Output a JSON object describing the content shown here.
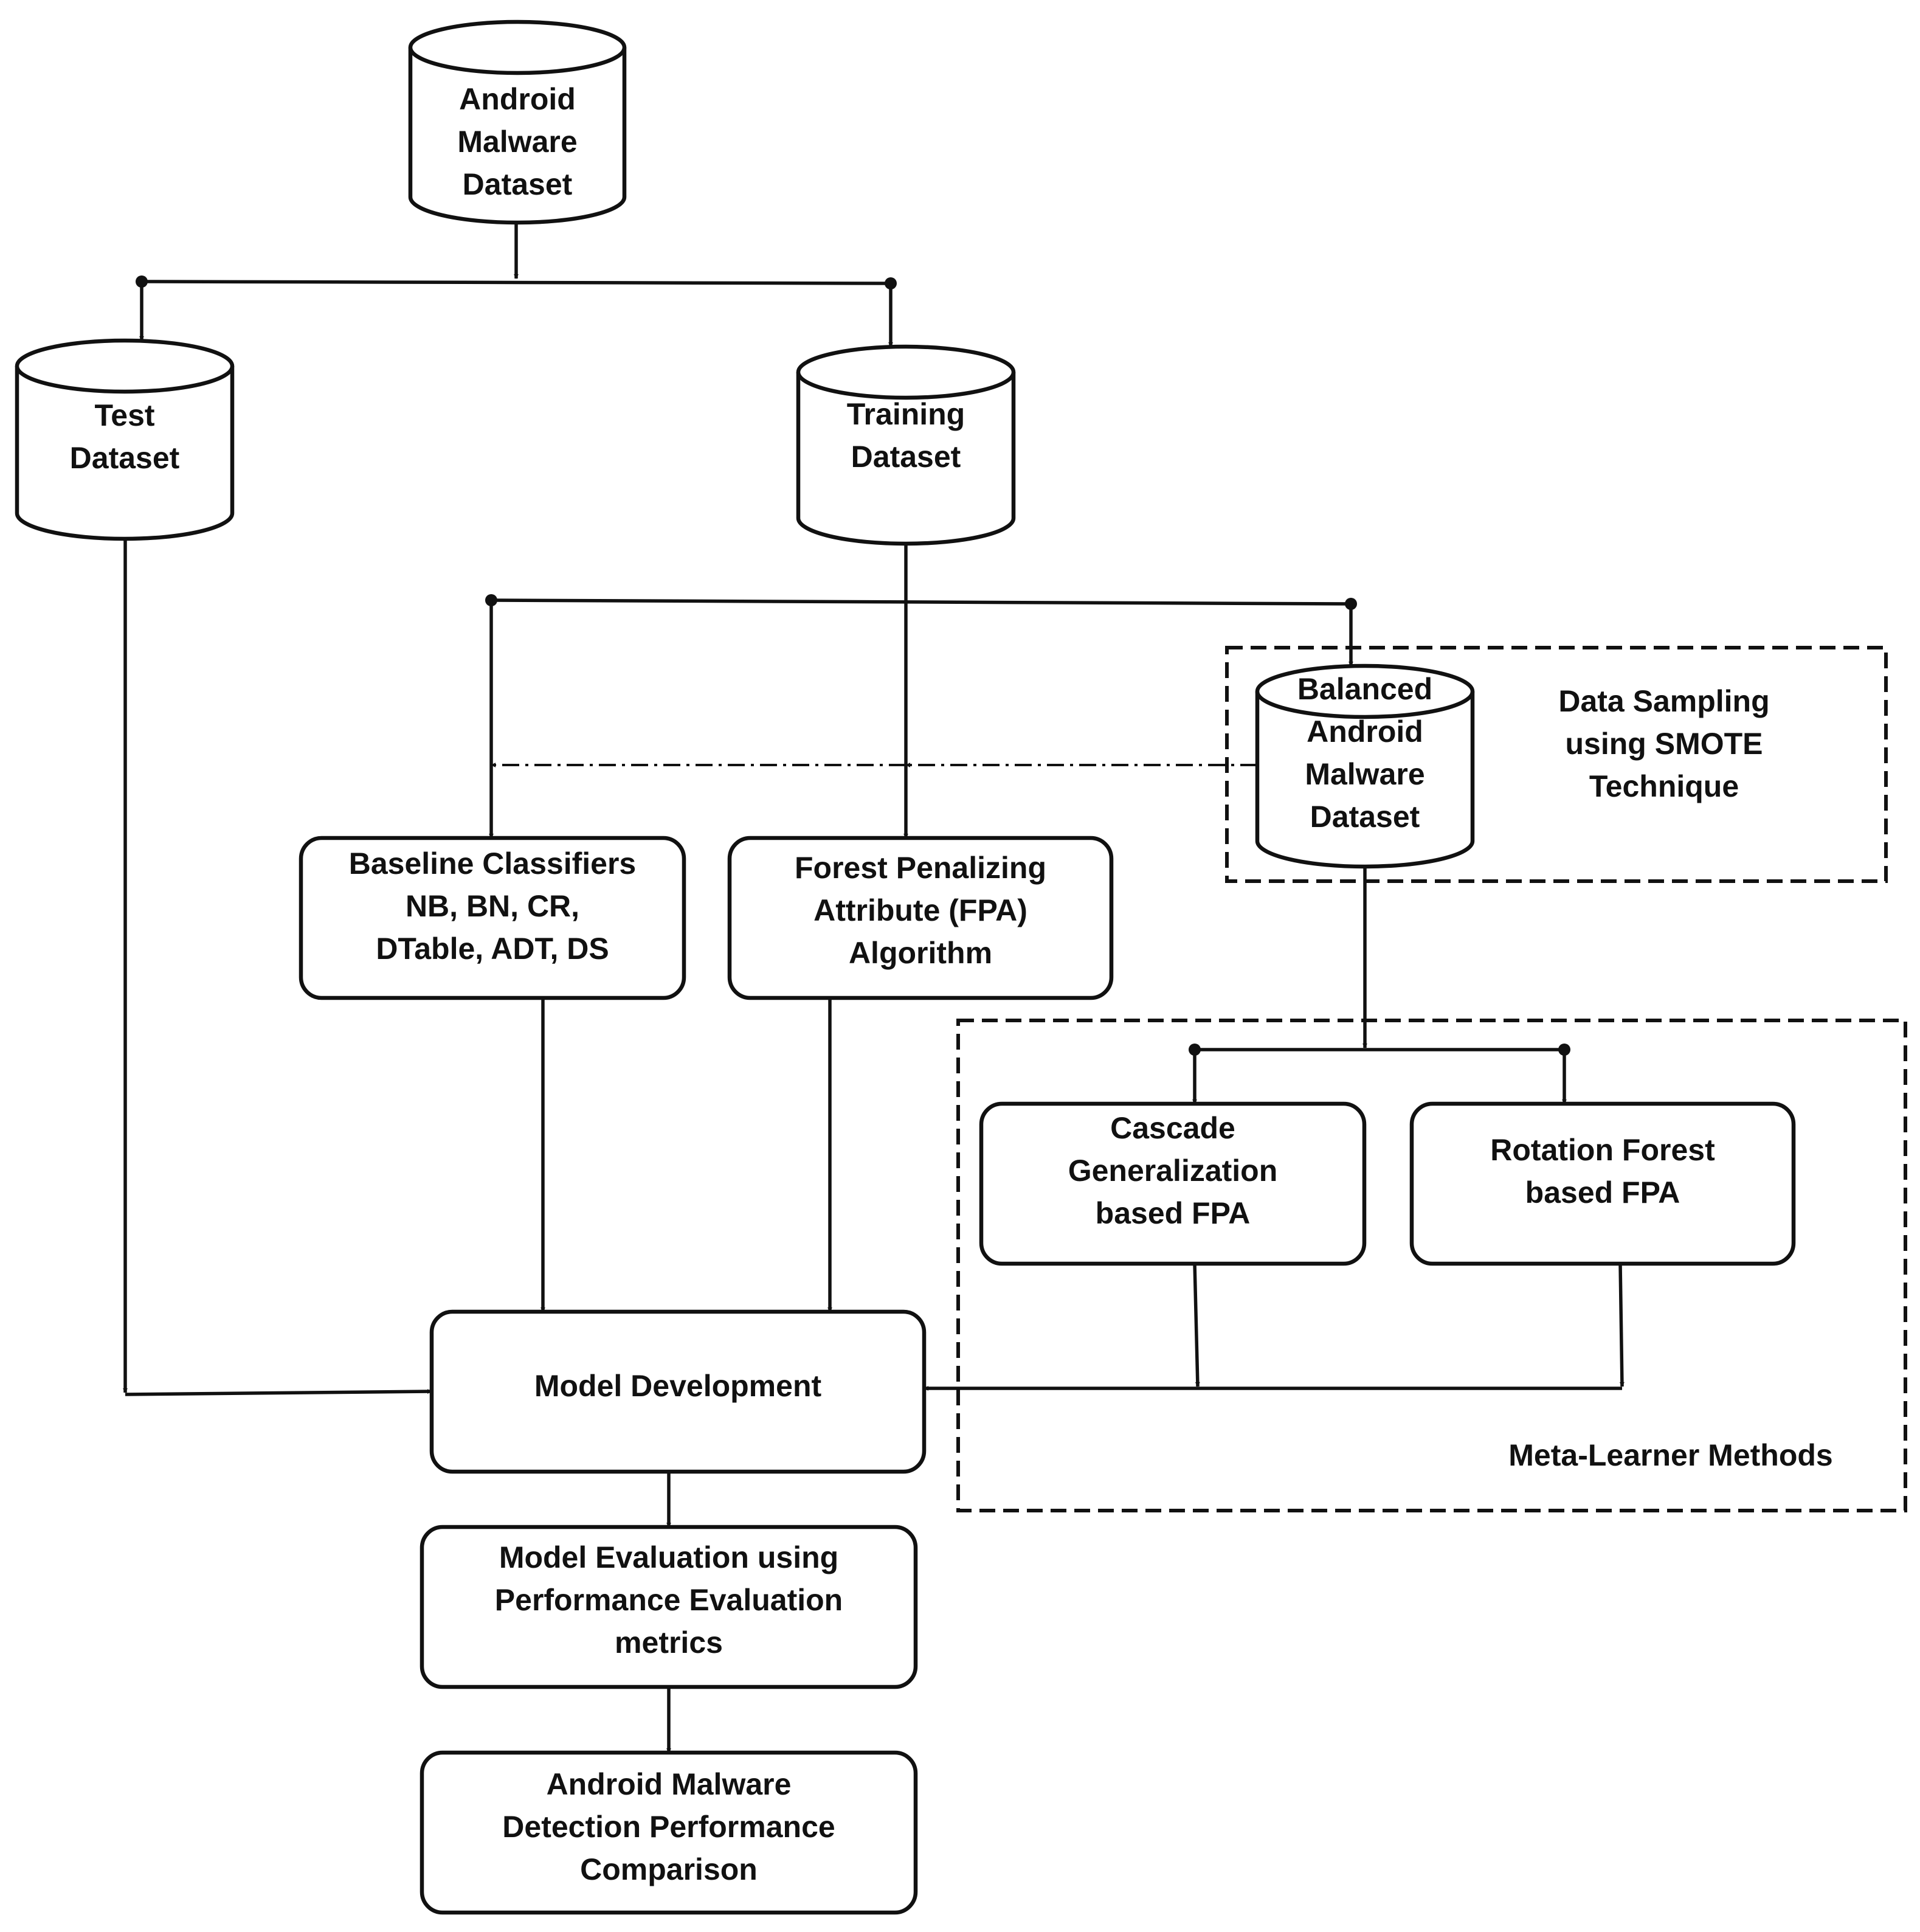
{
  "nodes": {
    "android_dataset": [
      "Android",
      "Malware",
      "Dataset"
    ],
    "test_dataset": [
      "Test",
      "Dataset"
    ],
    "training_dataset": [
      "Training",
      "Dataset"
    ],
    "balanced_dataset": [
      "Balanced",
      "Android",
      "Malware",
      "Dataset"
    ],
    "baseline_classifiers": [
      "Baseline Classifiers",
      "NB, BN, CR,",
      "DTable, ADT, DS"
    ],
    "fpa_algorithm": [
      "Forest Penalizing",
      "Attribute (FPA)",
      "Algorithm"
    ],
    "cascade_fpa": [
      "Cascade",
      "Generalization",
      "based FPA"
    ],
    "rotation_forest_fpa": [
      "Rotation Forest",
      "based FPA"
    ],
    "model_development": [
      "Model Development"
    ],
    "model_evaluation": [
      "Model Evaluation using",
      "Performance Evaluation",
      "metrics"
    ],
    "comparison": [
      "Android Malware",
      "Detection Performance",
      "Comparison"
    ]
  },
  "groups": {
    "data_sampling": [
      "Data Sampling",
      "using SMOTE",
      "Technique"
    ],
    "meta_learner": [
      "Meta-Learner Methods"
    ]
  }
}
